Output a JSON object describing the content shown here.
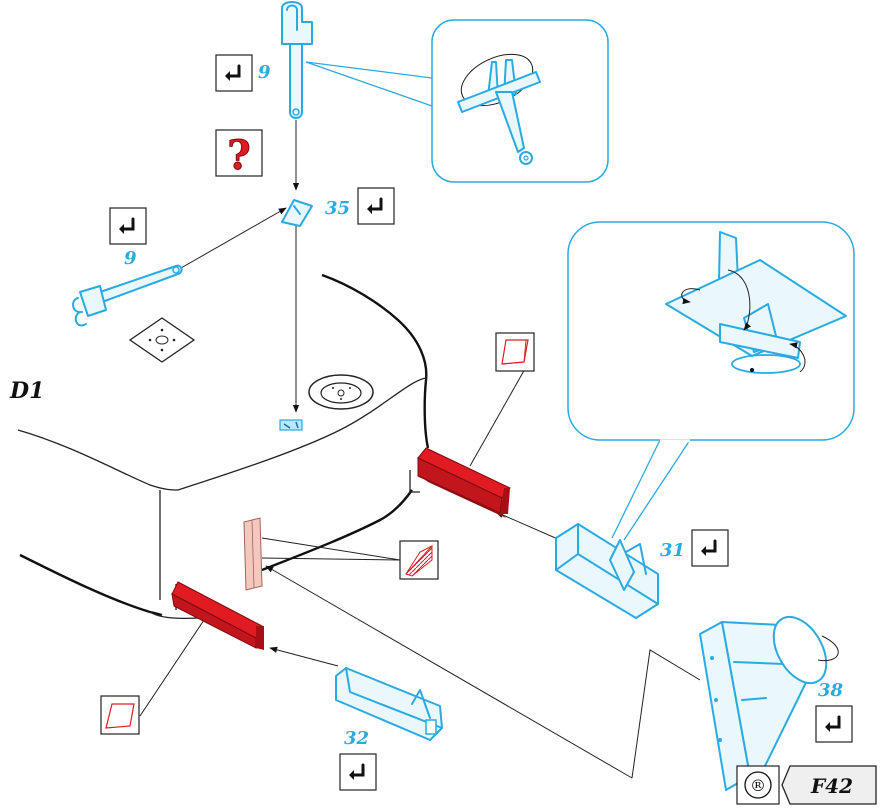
{
  "step_id": "D1",
  "page_code": "F42",
  "registered_mark": "®",
  "help_mark": "?",
  "part_numbers": {
    "top": "9",
    "left": "9",
    "latch": "35",
    "right": "31",
    "front": "32",
    "support": "38"
  },
  "icons": {
    "fold": "fold-arrow-icon",
    "help": "question-mark-icon",
    "cut_red": "red-parallelogram-icon",
    "glue_red": "red-hatched-glue-icon",
    "registered": "registered-circle-icon"
  },
  "colors": {
    "part_blue": "#29abe2",
    "accent_red": "#e11b22",
    "dark_red": "#a80f14",
    "flesh": "#f3c9bf",
    "label_blue": "#29abe2"
  }
}
